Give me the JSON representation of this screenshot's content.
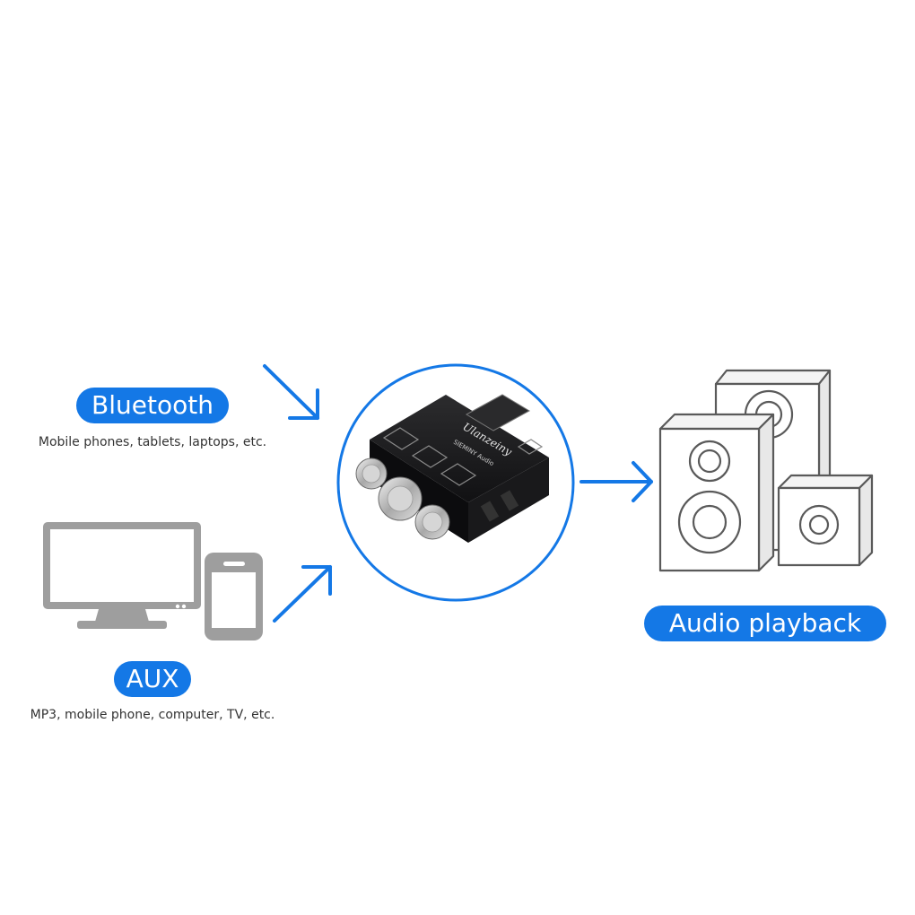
{
  "colors": {
    "accent": "#1478e6",
    "gray_icon": "#9e9e9e",
    "speaker_stroke": "#5a5a5a",
    "board": "#1c1c1e"
  },
  "inputs": {
    "bluetooth": {
      "label": "Bluetooth",
      "caption": "Mobile phones, tablets, laptops, etc.",
      "icon": "bluetooth-devices"
    },
    "aux": {
      "label": "AUX",
      "caption": "MP3, mobile phone, computer, TV, etc.",
      "icon": "monitor-and-phone-icon"
    }
  },
  "device": {
    "icon": "amplifier-board-image",
    "brand_text": "Ulanzeiny",
    "model_text": "SIEMINY Audio"
  },
  "output": {
    "label": "Audio playback",
    "icon": "speakers-icon"
  }
}
